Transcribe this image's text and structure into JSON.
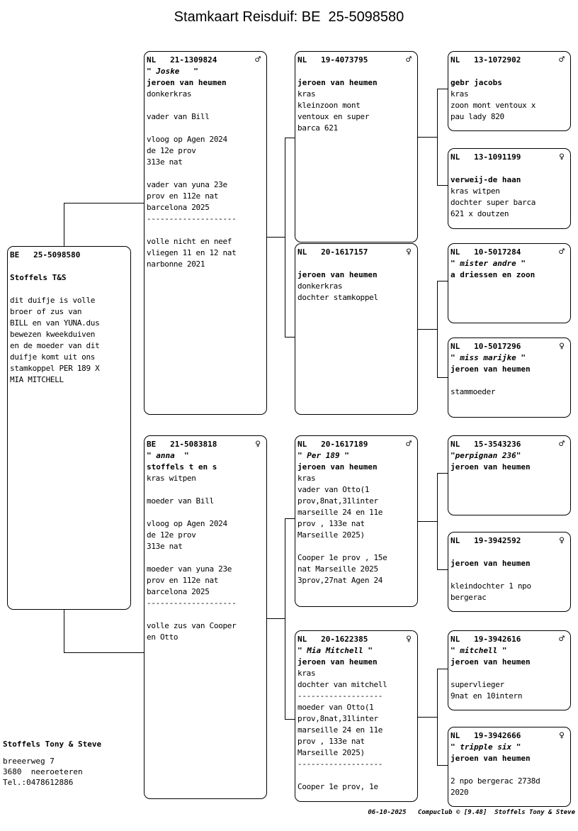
{
  "document": {
    "title": "Stamkaart Reisduif: BE  25-5098580"
  },
  "subject": {
    "ring": "BE   25-5098580",
    "sex_symbol": "",
    "owner": "Stoffels T&S",
    "notes": "dit duifje is volle\nbroer of zus van\nBILL en van YUNA.dus\nbewezen kweekduiven\nen de moeder van dit\nduifje komt uit ons\nstamkoppel PER 189 X\nMIA MITCHELL"
  },
  "sire": {
    "ring": "NL   21-1309824",
    "sex_symbol": "♂",
    "nickname": "\" Joske   \"",
    "owner": "jeroen van heumen",
    "notes": "donkerkras\n\nvader van Bill\n\nvloog op Agen 2024\nde 12e prov\n313e nat\n\nvader van yuna 23e\nprov en 112e nat\nbarcelona 2025\n--------------------\n\nvolle nicht en neef\nvliegen 11 en 12 nat\nnarbonne 2021"
  },
  "dam": {
    "ring": "BE   21-5083818",
    "sex_symbol": "♀",
    "nickname": "\" anna  \"",
    "owner": "stoffels t en s",
    "notes": "kras witpen\n\nmoeder van Bill\n\nvloog op Agen 2024\nde 12e prov\n313e nat\n\nmoeder van yuna 23e\nprov en 112e nat\nbarcelona 2025\n--------------------\n\nvolle zus van Cooper\nen Otto"
  },
  "grandparents": [
    {
      "ring": "NL   19-4073795",
      "sex_symbol": "♂",
      "nickname": "",
      "owner": "jeroen van heumen",
      "notes": "kras\nkleinzoon mont\nventoux en super\nbarca 621"
    },
    {
      "ring": "NL   20-1617157",
      "sex_symbol": "♀",
      "nickname": "",
      "owner": "jeroen van heumen",
      "notes": "donkerkras\ndochter stamkoppel"
    },
    {
      "ring": "NL   20-1617189",
      "sex_symbol": "♂",
      "nickname": "\" Per 189 \"",
      "owner": "jeroen van heumen",
      "notes": "kras\nvader van Otto(1\nprov,8nat,31linter\nmarseille 24 en 11e\nprov , 133e nat\nMarseille 2025)\n\nCooper 1e prov , 15e\nnat Marseille 2025\n3prov,27nat Agen 24"
    },
    {
      "ring": "NL   20-1622385",
      "sex_symbol": "♀",
      "nickname": "\" Mia Mitchell \"",
      "owner": "jeroen van heumen",
      "notes": "kras\ndochter van mitchell\n-------------------\nmoeder van Otto(1\nprov,8nat,31linter\nmarseille 24 en 11e\nprov , 133e nat\nMarseille 2025)\n-------------------\n\nCooper 1e prov, 1e"
    }
  ],
  "greatgrandparents": [
    {
      "ring": "NL   13-1072902",
      "sex_symbol": "♂",
      "nickname": "",
      "owner": "gebr jacobs",
      "notes": "kras\nzoon mont ventoux x\npau lady 820"
    },
    {
      "ring": "NL   13-1091199",
      "sex_symbol": "♀",
      "nickname": "",
      "owner": "verweij-de haan",
      "notes": "kras witpen\ndochter super barca\n621 x doutzen"
    },
    {
      "ring": "NL   10-5017284",
      "sex_symbol": "♂",
      "nickname": "\" mister andre \"",
      "owner": "a driessen en zoon",
      "notes": ""
    },
    {
      "ring": "NL   10-5017296",
      "sex_symbol": "♀",
      "nickname": "\" miss marijke \"",
      "owner": "jeroen van heumen",
      "notes": "\nstammoeder"
    },
    {
      "ring": "NL   15-3543236",
      "sex_symbol": "♂",
      "nickname": "\"perpignan 236\"",
      "owner": "jeroen van heumen",
      "notes": ""
    },
    {
      "ring": "NL   19-3942592",
      "sex_symbol": "♀",
      "nickname": "",
      "owner": "jeroen van heumen",
      "notes": "\nkleindochter 1 npo\nbergerac"
    },
    {
      "ring": "NL   19-3942616",
      "sex_symbol": "♂",
      "nickname": "\" mitchell \"",
      "owner": "jeroen van heumen",
      "notes": "\nsupervlieger\n9nat en 10intern"
    },
    {
      "ring": "NL   19-3942666",
      "sex_symbol": "♀",
      "nickname": "\" tripple six \"",
      "owner": "jeroen van heumen",
      "notes": "\n2 npo bergerac 2738d\n2020"
    }
  ],
  "footer": {
    "breeder_name": "Stoffels Tony & Steve",
    "address": "breeerweg 7\n3680  neeroeteren\nTel.:0478612886",
    "credit": "06-10-2025   Compuclub © [9.48]  Stoffels Tony & Steve"
  }
}
